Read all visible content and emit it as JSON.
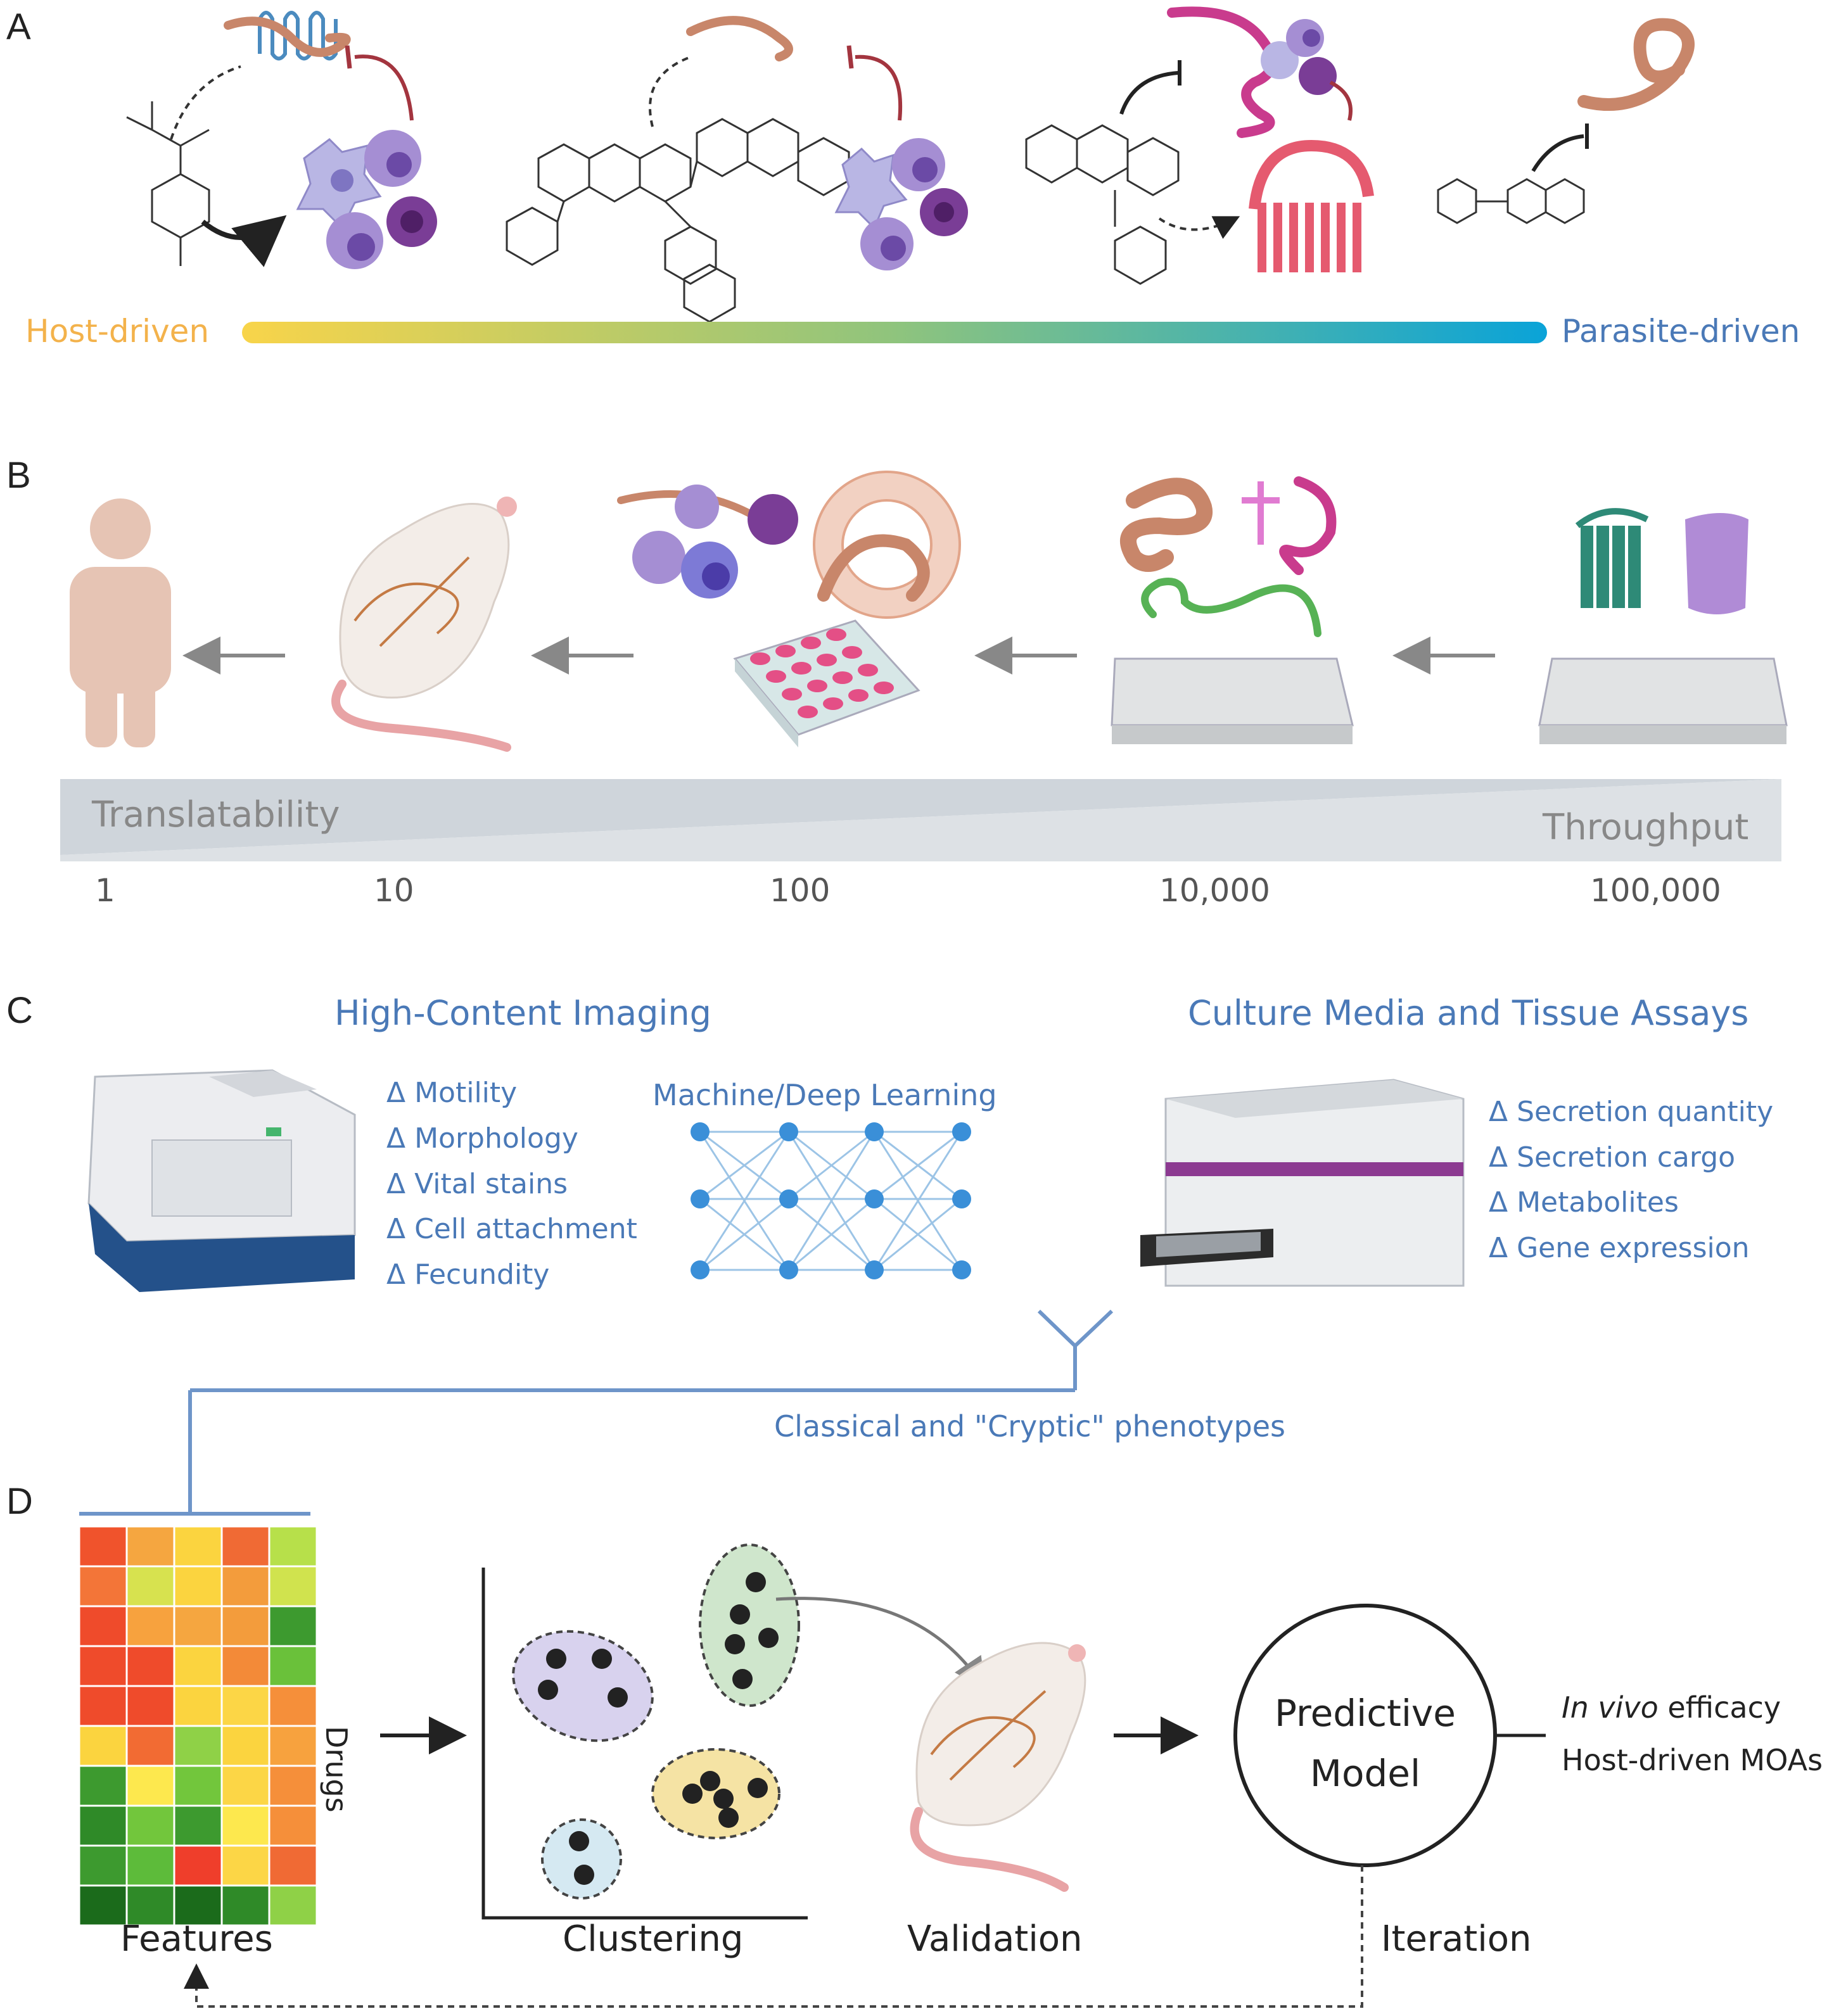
{
  "panel_a": {
    "letter": "A",
    "host_label": "Host-driven",
    "parasite_label": "Parasite-driven",
    "colors": {
      "host": "#f3b24b",
      "parasite": "#4a79b7",
      "grad_start": "#f8d44a",
      "grad_mid": "#8fc47d",
      "grad_end": "#0aa3d8"
    }
  },
  "panel_b": {
    "letter": "B",
    "translatability_label": "Translatability",
    "throughput_label": "Throughput",
    "scale": [
      "1",
      "10",
      "100",
      "10,000",
      "100,000"
    ]
  },
  "panel_c": {
    "letter": "C",
    "hci_title": "High-Content Imaging",
    "culture_title": "Culture Media and Tissue Assays",
    "ml_title": "Machine/Deep Learning",
    "hci_items": [
      "Δ Motility",
      "Δ Morphology",
      "Δ Vital stains",
      "Δ Cell attachment",
      "Δ Fecundity"
    ],
    "culture_items": [
      "Δ Secretion quantity",
      "Δ Secretion cargo",
      "Δ Metabolites",
      "Δ Gene expression"
    ],
    "phenotypes_label": "Classical and \"Cryptic\" phenotypes"
  },
  "panel_d": {
    "letter": "D",
    "features_label": "Features",
    "drugs_label": "Drugs",
    "clustering_label": "Clustering",
    "validation_label": "Validation",
    "model_line1": "Predictive",
    "model_line2": "Model",
    "iteration_label": "Iteration",
    "outcome_italic": "In vivo",
    "outcome_rest": " efficacy",
    "outcome_line2": "Host-driven MOAs",
    "heatmap_colors": [
      [
        "#f0532c",
        "#f5a640",
        "#fbd43f",
        "#f06a34",
        "#b7e04a"
      ],
      [
        "#f37538",
        "#d7e24f",
        "#fbd43f",
        "#f39c3c",
        "#d0e34e"
      ],
      [
        "#ef4b2b",
        "#f7a23e",
        "#f5a640",
        "#f39c3c",
        "#3d9a2f"
      ],
      [
        "#ef4b2b",
        "#ef4b2b",
        "#fbd43f",
        "#f38a38",
        "#6ac13a"
      ],
      [
        "#ef4b2b",
        "#ef4b2b",
        "#fbd43f",
        "#fcd646",
        "#f58f3a"
      ],
      [
        "#fbd43f",
        "#f26b33",
        "#8fd147",
        "#fbd43f",
        "#f7a23e"
      ],
      [
        "#3d9a2f",
        "#fde84e",
        "#72c63c",
        "#fcd646",
        "#f58f3a"
      ],
      [
        "#2f8a28",
        "#72c63c",
        "#3d9a2f",
        "#fde84e",
        "#f58f3a"
      ],
      [
        "#3d9a2f",
        "#5dbb3a",
        "#ef3e2b",
        "#fcd646",
        "#f06a34"
      ],
      [
        "#1b6b1b",
        "#2f8a28",
        "#1b6b1b",
        "#2f8a28",
        "#8fd147"
      ]
    ]
  }
}
